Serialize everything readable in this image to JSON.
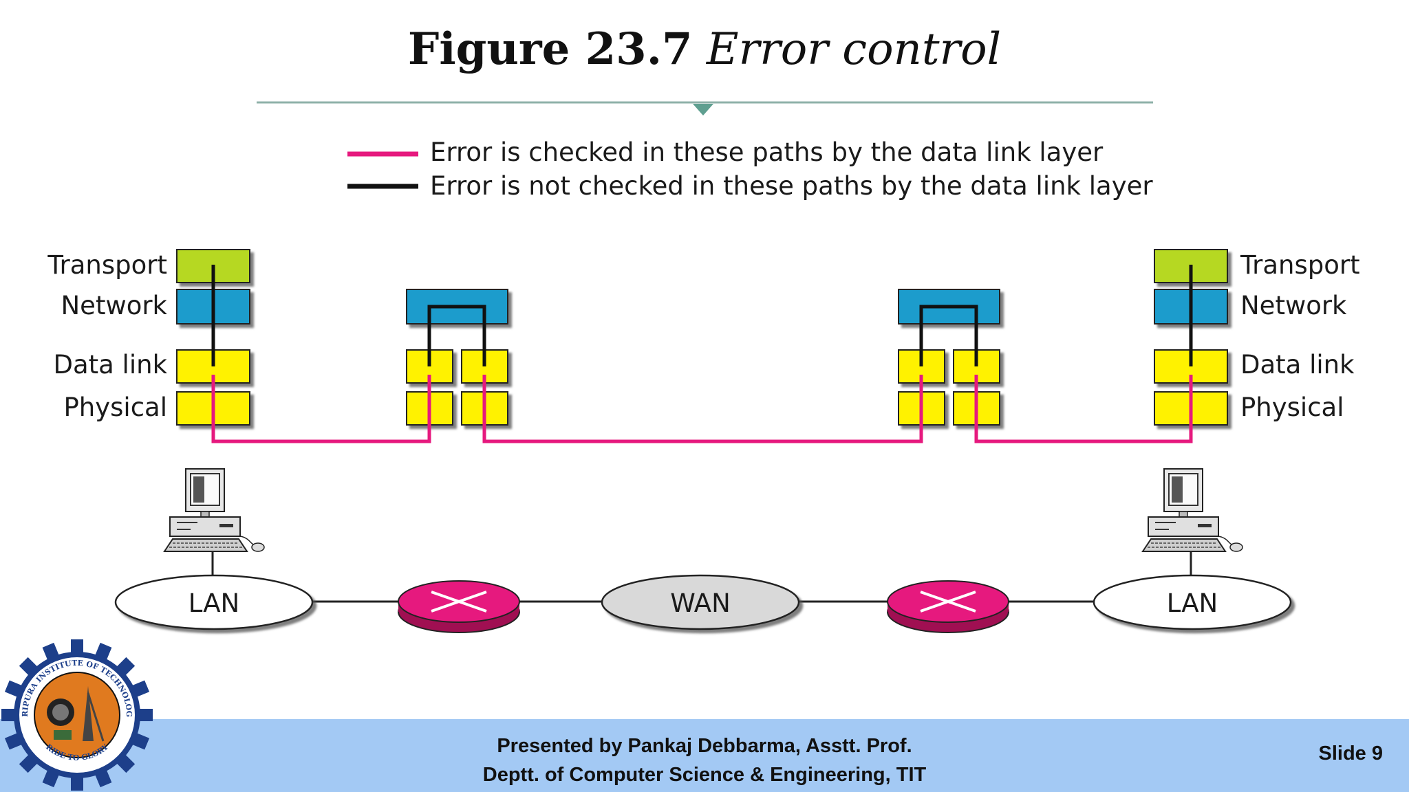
{
  "title": {
    "number": "Figure 23.7",
    "name": "Error control"
  },
  "legend": {
    "checked": {
      "label": "Error is checked in these paths by the data link layer",
      "color": "#e6197e"
    },
    "not_checked": {
      "label": "Error is not checked in these paths by the data link layer",
      "color": "#111111"
    }
  },
  "layers": {
    "transport": "Transport",
    "network": "Network",
    "datalink": "Data link",
    "physical": "Physical"
  },
  "networks": {
    "lan_left": "LAN",
    "wan": "WAN",
    "lan_right": "LAN"
  },
  "colors": {
    "transport": "#b6d823",
    "network": "#1a9ccc",
    "datalink": "#fff200",
    "physical": "#fff200",
    "router": "#e6197e",
    "wan": "#d9d9d9",
    "footer": "#a3c9f4"
  },
  "footer": {
    "line1": "Presented by Pankaj Debbarma, Asstt. Prof.",
    "line2": "Deptt. of Computer Science & Engineering, TIT",
    "slide": "Slide 9"
  },
  "logo": {
    "ring_text": "TRIPURA INSTITUTE OF TECHNOLOGY",
    "motto": "RIDE TO GLORY"
  }
}
